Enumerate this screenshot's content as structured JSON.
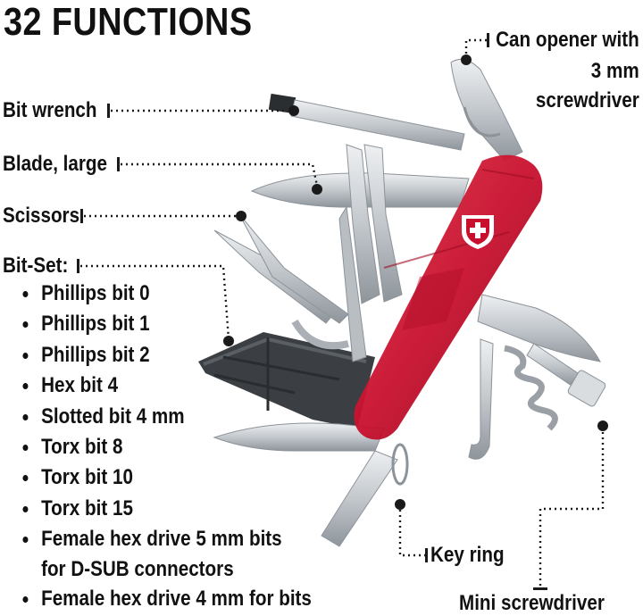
{
  "title": "32 FUNCTIONS",
  "labels": {
    "bit_wrench": "Bit wrench",
    "blade_large": "Blade, large",
    "scissors": "Scissors",
    "bit_set": "Bit-Set:",
    "can_opener_line1": "Can opener with",
    "can_opener_line2": "3 mm",
    "can_opener_line3": "screwdriver",
    "key_ring": "Key ring",
    "mini_screwdriver": "Mini screwdriver"
  },
  "bit_set_items": [
    "Phillips bit 0",
    "Phillips bit 1",
    "Phillips bit 2",
    "Hex bit 4",
    "Slotted bit 4 mm",
    "Torx bit 8",
    "Torx bit 10",
    "Torx bit 15",
    "Female hex drive 5 mm bits",
    "for D-SUB connectors",
    "Female hex drive 4 mm for bits"
  ],
  "colors": {
    "handle": "#c8102e",
    "handle_dark": "#8e0a1f",
    "steel": "#c9ced3",
    "steel_dark": "#8c9399",
    "bits": "#3b3f43",
    "leader": "#1a1a1a"
  },
  "icons": [
    "swiss-cross-emblem-icon"
  ]
}
